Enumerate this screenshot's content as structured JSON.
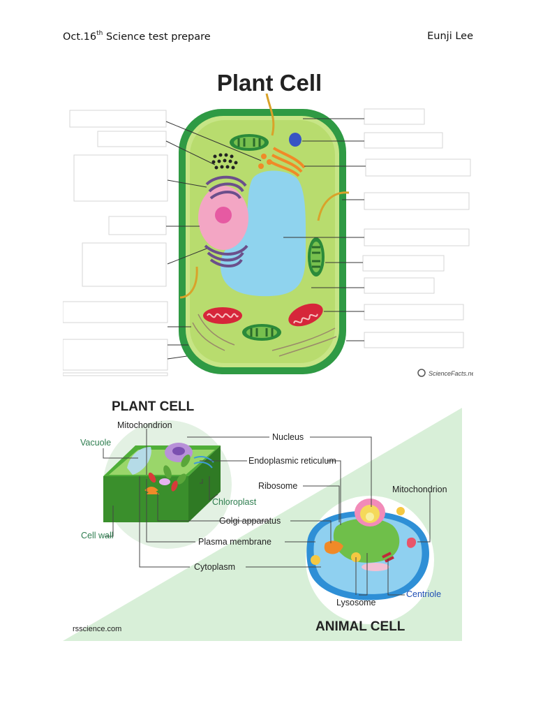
{
  "header": {
    "left_prefix": "Oct.16",
    "left_sup": "th",
    "left_suffix": " Science test prepare",
    "right": "Eunji Lee"
  },
  "figure1": {
    "title": "Plant Cell",
    "credit": "ScienceFacts.net",
    "label_box_count": 17
  },
  "figure2": {
    "plant_title": "PLANT CELL",
    "animal_title": "ANIMAL CELL",
    "source": "rsscience.com",
    "plant_labels": {
      "mitochondrion": "Mitochondrion",
      "vacuole": "Vacuole",
      "cell_wall": "Cell wall",
      "chloroplast": "Chloroplast"
    },
    "center_labels": {
      "nucleus": "Nucleus",
      "er": "Endoplasmic reticulum",
      "ribosome": "Ribosome",
      "golgi": "Golgi apparatus",
      "plasma_membrane": "Plasma membrane",
      "cytoplasm": "Cytoplasm"
    },
    "animal_labels": {
      "mitochondrion": "Mitochondrion",
      "lysosome": "Lysosome",
      "centriole": "Centriole"
    },
    "colors": {
      "green_label": "#2e7d4f",
      "blue_label": "#1f4fb5",
      "background_triangle": "#d8efd8"
    }
  }
}
